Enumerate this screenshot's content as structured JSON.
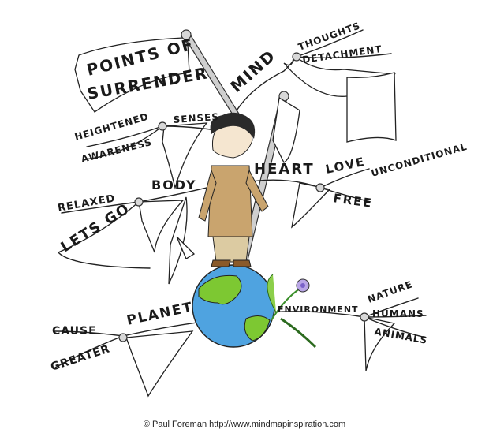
{
  "central": {
    "title_line1": "POINTS OF",
    "title_line2": "SURRENDER"
  },
  "branches": {
    "mind": {
      "label": "MIND",
      "sub": [
        "THOUGHTS",
        "DETACHMENT"
      ]
    },
    "senses": {
      "label": "SENSES",
      "sub": [
        "HEIGHTENED",
        "AWARENESS"
      ]
    },
    "body": {
      "label": "BODY",
      "sub": [
        "RELAXED",
        "LETS GO"
      ]
    },
    "heart": {
      "label": "HEART",
      "sub": [
        "LOVE",
        "UNCONDITIONAL",
        "FREE"
      ]
    },
    "planet": {
      "label": "PLANET",
      "sub": [
        "CAUSE",
        "GREATER"
      ]
    },
    "environment": {
      "label": "ENVIRONMENT",
      "sub": [
        "NATURE",
        "HUMANS",
        "ANIMALS"
      ]
    }
  },
  "credit": "© Paul Foreman http://www.mindmapinspiration.com",
  "colors": {
    "ocean": "#4fa3e0",
    "land": "#7dc832",
    "coat": "#c9a46e",
    "trousers": "#dccba2",
    "flower": "#b9a6e6"
  }
}
